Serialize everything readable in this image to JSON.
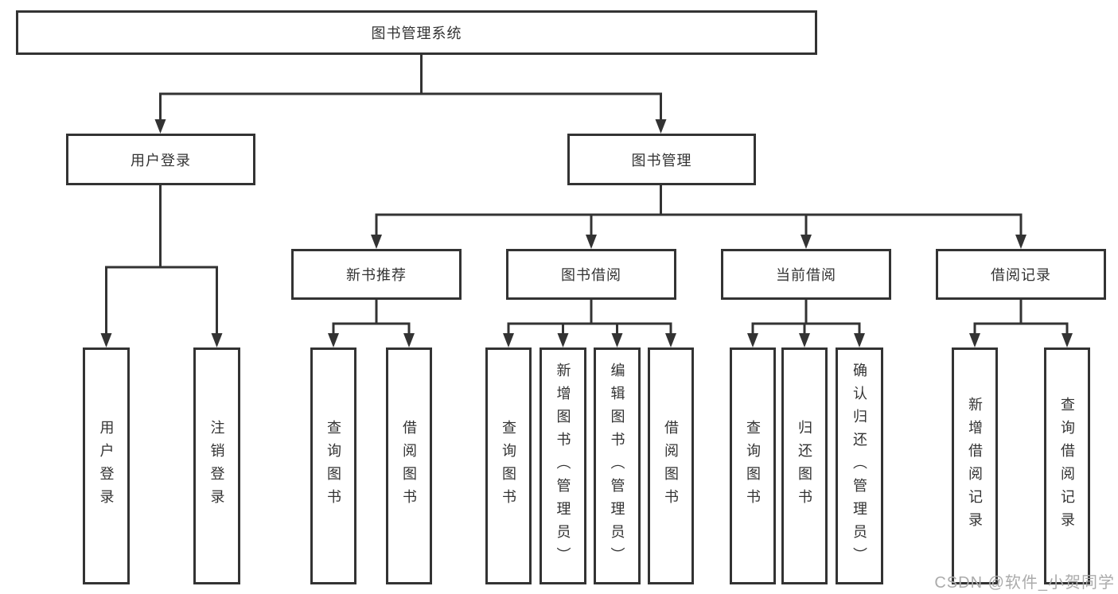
{
  "diagram": {
    "title_node": {
      "label": "图书管理系统"
    },
    "branches": [
      {
        "label": "用户登录",
        "children": [
          {
            "label": "用户登录"
          },
          {
            "label": "注销登录"
          }
        ]
      },
      {
        "label": "图书管理",
        "children": [
          {
            "label": "新书推荐",
            "children": [
              {
                "label": "查询图书"
              },
              {
                "label": "借阅图书"
              }
            ]
          },
          {
            "label": "图书借阅",
            "children": [
              {
                "label": "查询图书"
              },
              {
                "label": "新增图书（管理员）"
              },
              {
                "label": "编辑图书（管理员）"
              },
              {
                "label": "借阅图书"
              }
            ]
          },
          {
            "label": "当前借阅",
            "children": [
              {
                "label": "查询图书"
              },
              {
                "label": "归还图书"
              },
              {
                "label": "确认归还（管理员）"
              }
            ]
          },
          {
            "label": "借阅记录",
            "children": [
              {
                "label": "新增借阅记录"
              },
              {
                "label": "查询借阅记录"
              }
            ]
          }
        ]
      }
    ],
    "watermark": "CSDN @软件_小贺同学",
    "colors": {
      "line": "#333333",
      "text": "#333333",
      "background": "#ffffff",
      "watermark": "#ababab"
    }
  }
}
